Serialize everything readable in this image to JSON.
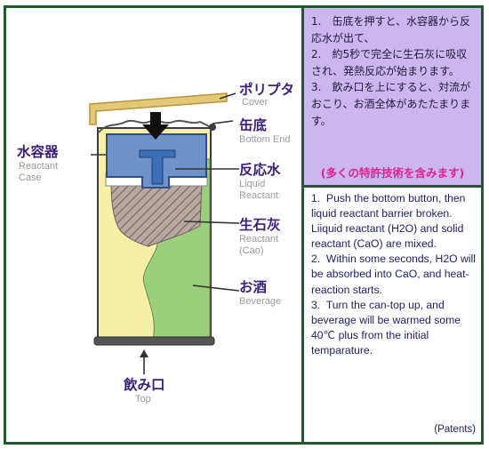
{
  "labels": {
    "cover_jp": "ポリプタ",
    "cover_en": "Cover",
    "bottom_jp": "缶底",
    "bottom_en": "Bottom End",
    "case_jp": "水容器",
    "case_en": "Reactant\nCase",
    "liquid_jp": "反応水",
    "liquid_en": "Liquid\nReactant",
    "solid_jp": "生石灰",
    "solid_en": "Reactant\n(Cao)",
    "beverage_jp": "お酒",
    "beverage_en": "Beverage",
    "top_jp": "飲み口",
    "top_en": "Top"
  },
  "japanese_panel": {
    "text": "1.　缶底を押すと、水容器から反応水が出て、\n2.　約5秒で完全に生石灰に吸収され、発熱反応が始まります。\n3.　飲み口を上にすると、対流がおこり、お酒全体があたたまります。",
    "patent_note": "(多くの特許技術を含みます)"
  },
  "english_panel": {
    "text": "1.  Push the bottom button, then liquid reactant barrier broken. Liiquid reactant (H2O) and solid reactant (CaO) are mixed.\n2.  Within some seconds, H2O will be absorbed into CaO, and heat-reaction starts.\n3.  Turn the can-top up, and beverage will be warmed some 40℃ plus from the initial   temparature.",
    "patent_note": "(Patents)"
  },
  "colors": {
    "frame": "#1f5a2c",
    "jp_panel_bg": "#cbb7ee",
    "jp_label": "#3a1f78",
    "en_label": "#9a9a9a",
    "patent_pink": "#e0208c",
    "beverage": "#9ccf7c",
    "can_body": "#f6f0a6",
    "reactant_case": "#6f93c9",
    "quicklime": "#b6a7a0",
    "cover": "#e3c877"
  }
}
